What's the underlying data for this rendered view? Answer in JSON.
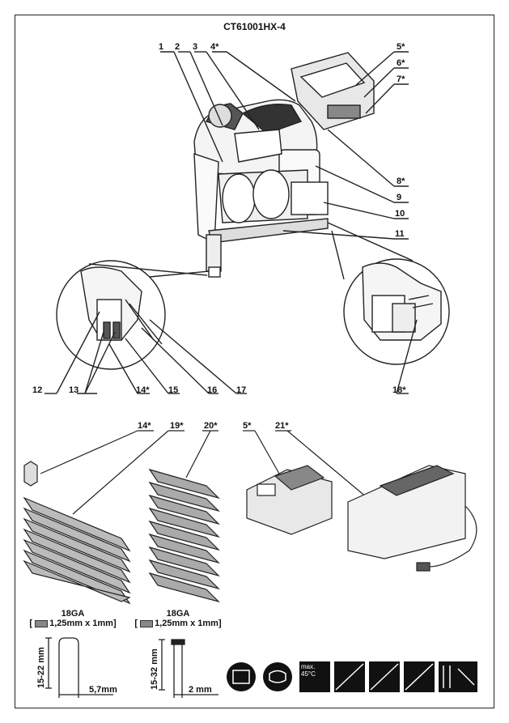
{
  "title": "CT61001HX-4",
  "callouts_top": [
    "1",
    "2",
    "3",
    "4*",
    "5*",
    "6*",
    "7*",
    "8*",
    "9",
    "10",
    "11"
  ],
  "callouts_bottom": [
    "12",
    "13",
    "14*",
    "15",
    "16",
    "17",
    "18*"
  ],
  "callouts_accessories": [
    "14*",
    "19*",
    "20*",
    "5*",
    "21*"
  ],
  "specs": [
    {
      "gauge": "18GA",
      "size": "1,25mm x 1mm"
    },
    {
      "gauge": "18GA",
      "size": "1,25mm x 1mm"
    }
  ],
  "dimensions": {
    "staple_height": "15-22 mm",
    "staple_width": "5,7mm",
    "nail_height": "15-32 mm",
    "nail_width": "2 mm"
  },
  "icons": [
    {
      "name": "read-manual-icon"
    },
    {
      "name": "eye-protection-icon"
    },
    {
      "name": "max-temp-icon",
      "label": "max. 45°C"
    },
    {
      "name": "no-charge-wet-icon"
    },
    {
      "name": "no-fire-icon"
    },
    {
      "name": "no-rain-icon"
    },
    {
      "name": "no-damage-icon"
    }
  ]
}
